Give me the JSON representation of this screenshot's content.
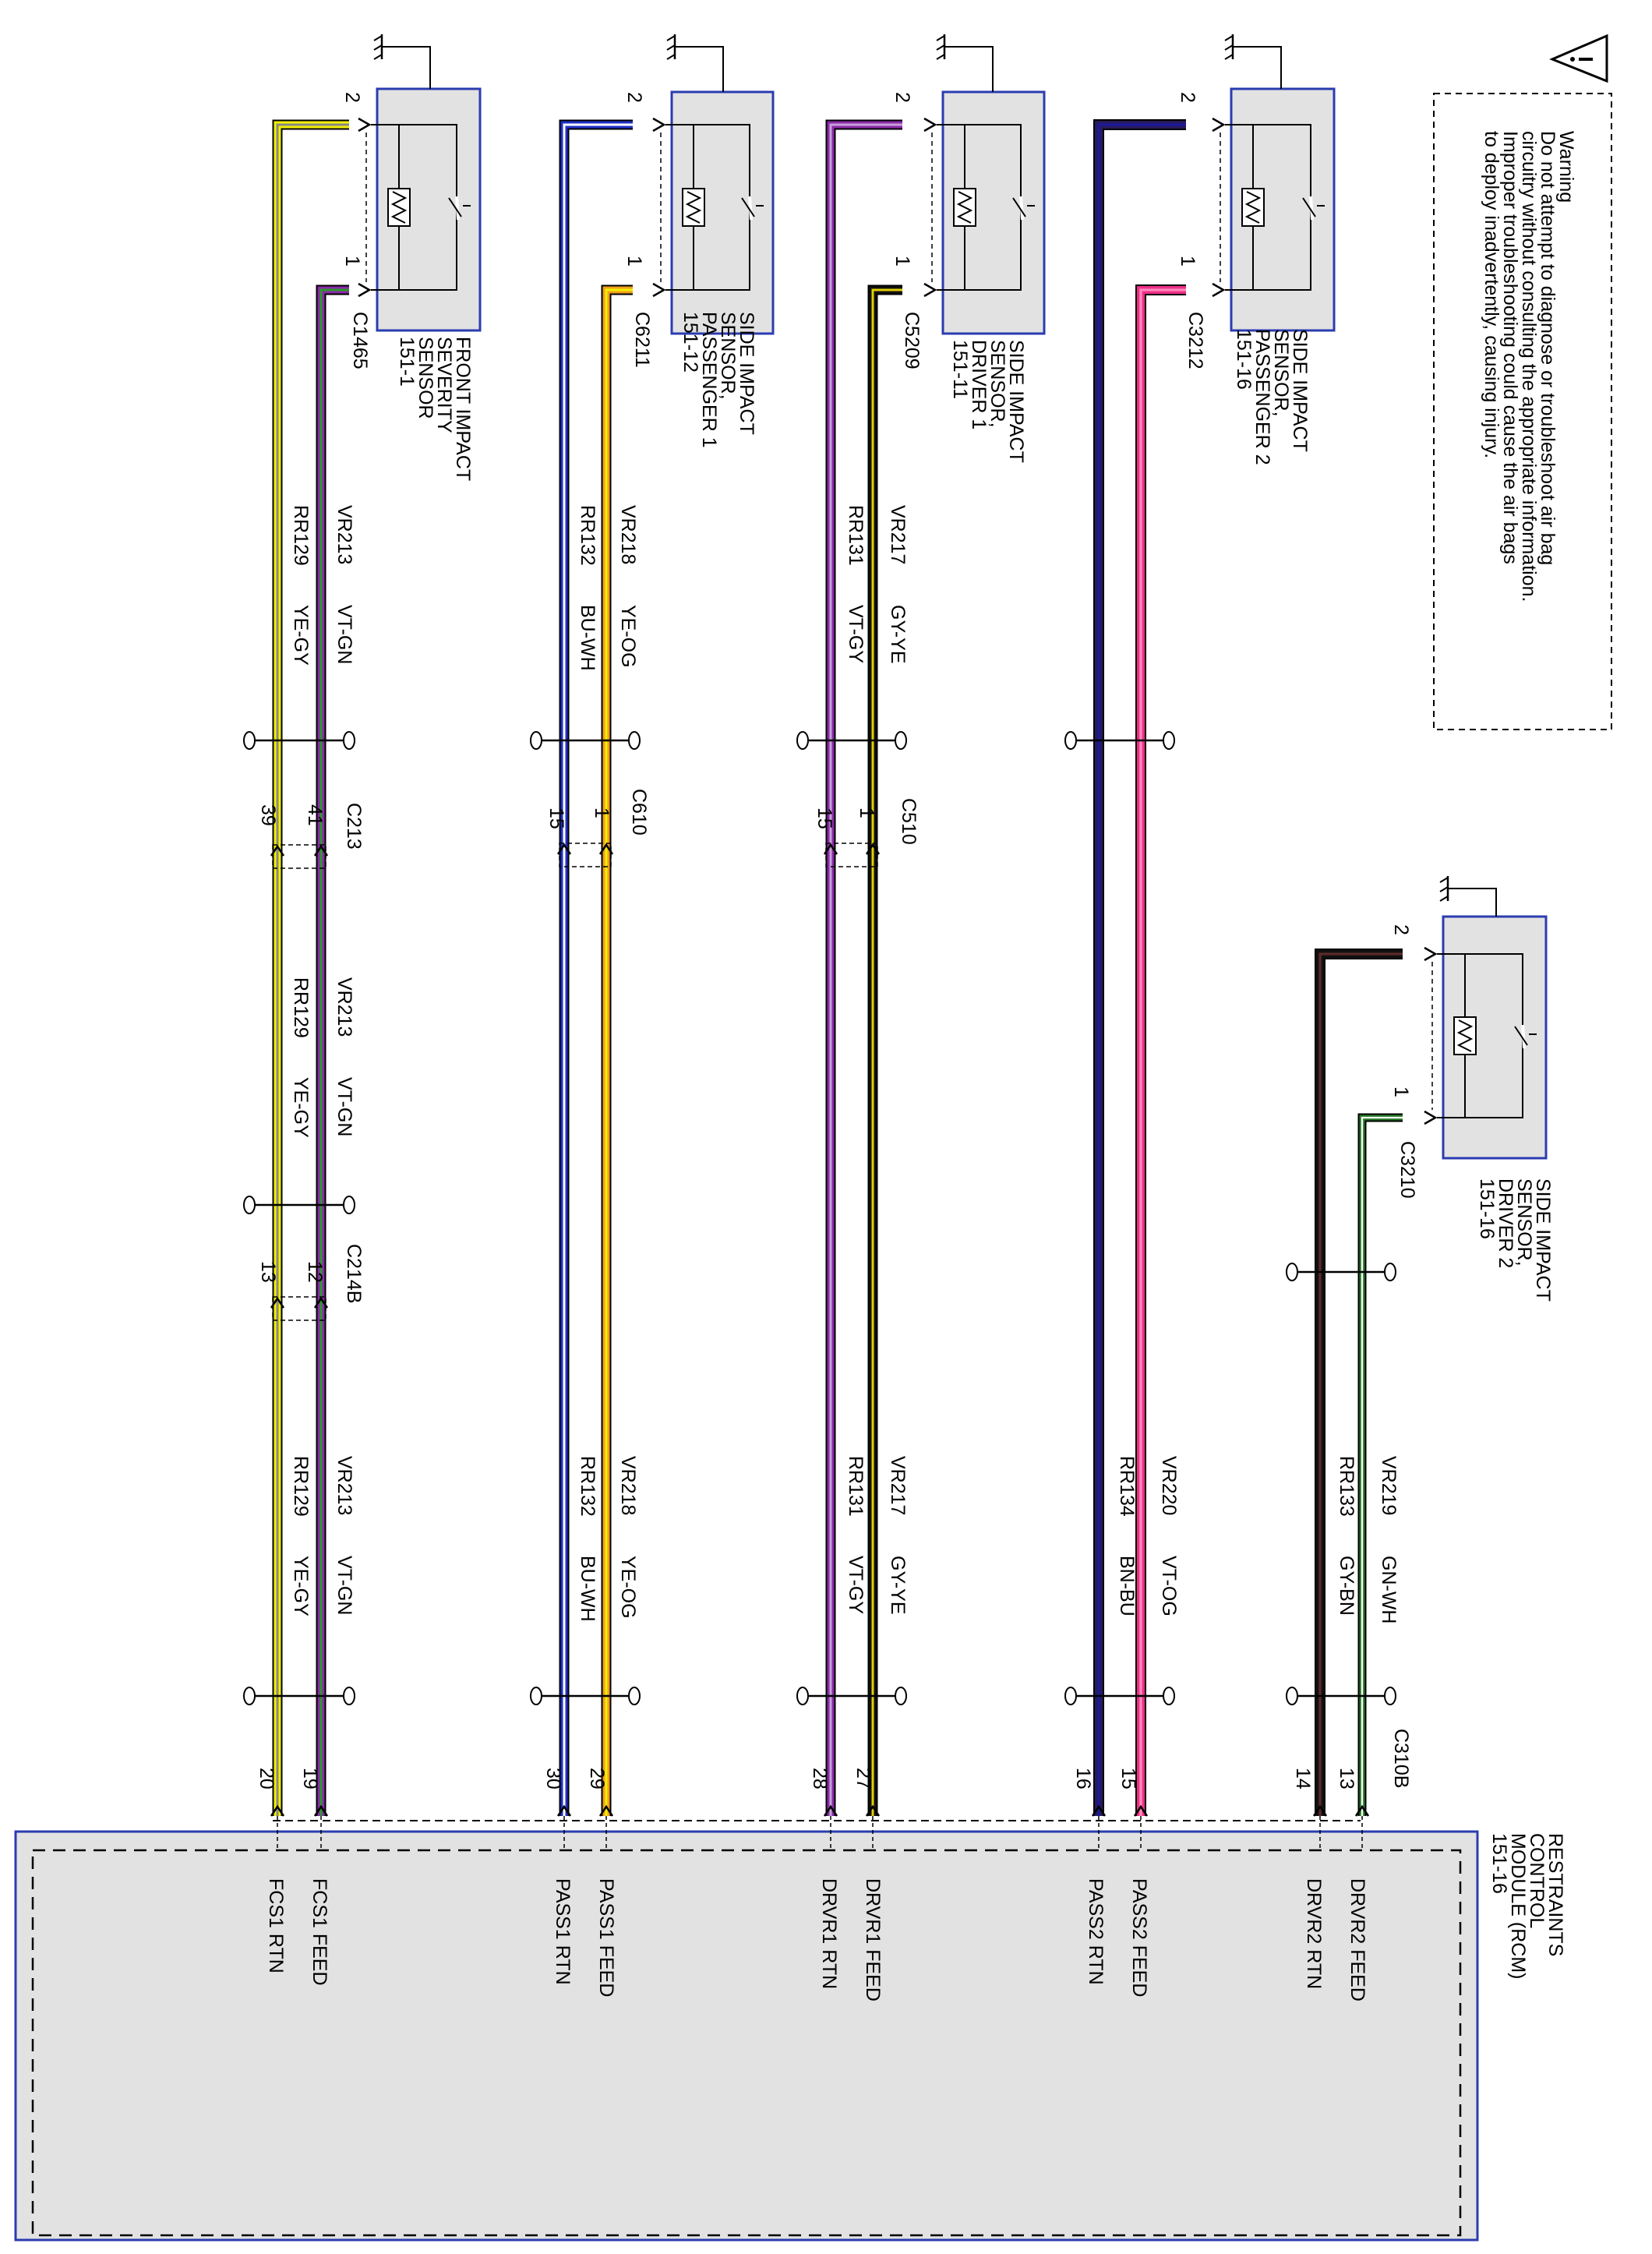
{
  "warning": {
    "lines": [
      "Warning",
      "Do not attempt to diagnose or troubleshoot air bag",
      "circuitry without consulting the appropriate information.",
      "Improper troubleshooting could cause the air bags",
      "to deploy inadvertently, causing injury."
    ]
  },
  "module": {
    "name_lines": [
      "RESTRAINTS",
      "CONTROL",
      "MODULE (RCM)",
      "151-16"
    ],
    "pins": [
      "FCS1 RTN",
      "FCS1 FEED",
      "PASS1 RTN",
      "PASS1 FEED",
      "DRVR1 RTN",
      "DRVR1 FEED",
      "PASS2 RTN",
      "PASS2 FEED",
      "DRVR2 RTN",
      "DRVR2 FEED"
    ],
    "pin_numbers": [
      "20",
      "19",
      "30",
      "29",
      "28",
      "27",
      "16",
      "15",
      "14",
      "13"
    ]
  },
  "sensors": [
    {
      "name_lines": [
        "FRONT IMPACT",
        "SEVERITY",
        "SENSOR",
        "151-1"
      ],
      "connector": "C1465",
      "pin_top": "2",
      "pin_bottom": "1"
    },
    {
      "name_lines": [
        "SIDE IMPACT",
        "SENSOR,",
        "PASSENGER 1",
        "151-12"
      ],
      "connector": "C6211",
      "pin_top": "2",
      "pin_bottom": "1"
    },
    {
      "name_lines": [
        "SIDE IMPACT",
        "SENSOR,",
        "DRIVER 1",
        "151-11"
      ],
      "connector": "C5209",
      "pin_top": "2",
      "pin_bottom": "1"
    },
    {
      "name_lines": [
        "SIDE IMPACT",
        "SENSOR,",
        "PASSENGER 2",
        "151-16"
      ],
      "connector": "C3212",
      "pin_top": "2",
      "pin_bottom": "1"
    },
    {
      "name_lines": [
        "SIDE IMPACT",
        "SENSOR,",
        "DRIVER 2",
        "151-16"
      ],
      "connector": "C3210",
      "pin_top": "2",
      "pin_bottom": "1"
    }
  ],
  "inline_connectors": [
    {
      "name": "C213",
      "pins": [
        "41",
        "39"
      ]
    },
    {
      "name": "C214B",
      "pins": [
        "12",
        "13"
      ]
    },
    {
      "name": "C610",
      "pins": [
        "1",
        "15"
      ]
    },
    {
      "name": "C510",
      "pins": [
        "1",
        "15"
      ]
    },
    {
      "name": "C310B",
      "pins": []
    }
  ],
  "circuits": [
    {
      "circuit": "VR213",
      "color": "VT-GN"
    },
    {
      "circuit": "RR129",
      "color": "YE-GY"
    },
    {
      "circuit": "VR218",
      "color": "YE-OG"
    },
    {
      "circuit": "RR132",
      "color": "BU-WH"
    },
    {
      "circuit": "VR217",
      "color": "GY-YE"
    },
    {
      "circuit": "RR131",
      "color": "VT-GY"
    },
    {
      "circuit": "VR220",
      "color": "VT-OG"
    },
    {
      "circuit": "RR134",
      "color": "BN-BU"
    },
    {
      "circuit": "VR219",
      "color": "GN-WH"
    },
    {
      "circuit": "RR133",
      "color": "GY-BN"
    }
  ],
  "colors": {
    "box_border": "#2b3cb0",
    "box_fill": "#e2e2e2",
    "wire_violet": "#8a2aa8",
    "wire_yellow": "#f2f000",
    "wire_orange": "#f0a020",
    "wire_blue": "#2030c8",
    "wire_black": "#111111",
    "wire_pink": "#ee2f88",
    "wire_navy": "#2a1a5a",
    "wire_green": "#2a7a2a"
  }
}
